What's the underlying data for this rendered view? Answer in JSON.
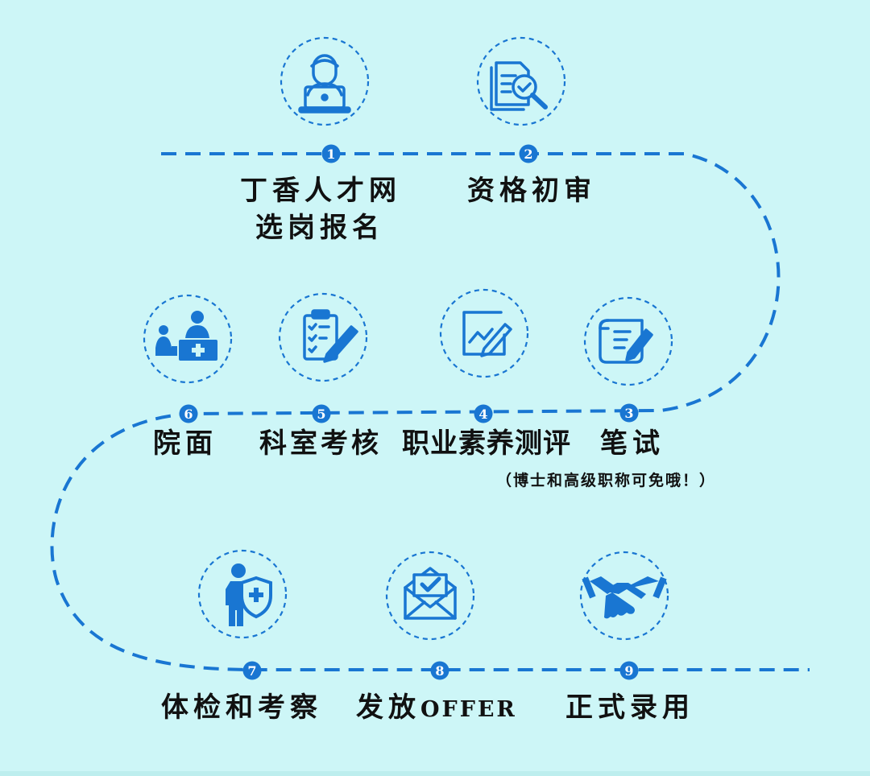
{
  "steps": [
    {
      "num": "1",
      "label_line1": "丁香人才网",
      "label_line2": "选岗报名",
      "icon": "person-laptop-icon"
    },
    {
      "num": "2",
      "label_line1": "资格初审",
      "icon": "document-search-icon"
    },
    {
      "num": "3",
      "label_line1": "笔试",
      "note": "（博士和高级职称可免哦！）",
      "icon": "scroll-pen-icon"
    },
    {
      "num": "4",
      "label_line1": "职业素养测评",
      "icon": "chart-pen-icon"
    },
    {
      "num": "5",
      "label_line1": "科室考核",
      "icon": "clipboard-check-icon"
    },
    {
      "num": "6",
      "label_line1": "院面",
      "icon": "interview-desk-icon"
    },
    {
      "num": "7",
      "label_line1": "体检和考察",
      "icon": "person-shield-icon"
    },
    {
      "num": "8",
      "label_line1": "发放",
      "label_latin": "OFFER",
      "icon": "envelope-check-icon"
    },
    {
      "num": "9",
      "label_line1": "正式录用",
      "icon": "handshake-icon"
    }
  ],
  "colors": {
    "background": "#cdf6f7",
    "accent": "#1976d2",
    "text": "#111111"
  }
}
